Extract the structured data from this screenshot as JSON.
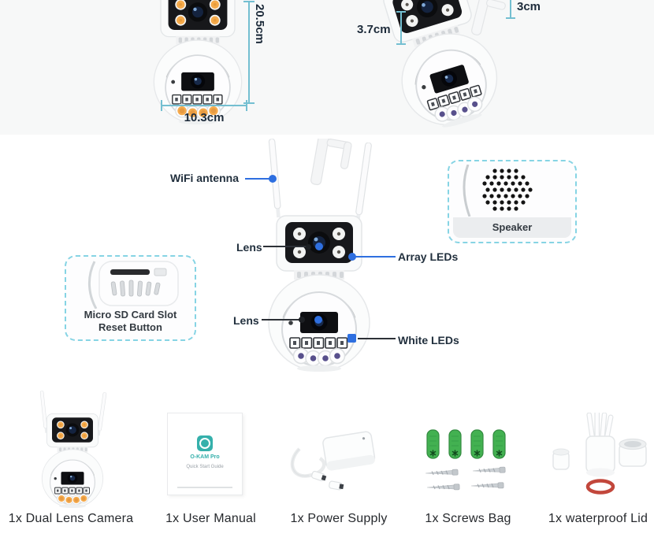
{
  "dimensions": {
    "front_height": "20.5cm",
    "front_width": "10.3cm",
    "side_depth": "3.7cm",
    "side_top": "3cm"
  },
  "features": {
    "wifi_antenna": "WiFi antenna",
    "lens_top": "Lens",
    "array_leds": "Array LEDs",
    "lens_bottom": "Lens",
    "white_leds": "White LEDs",
    "speaker": "Speaker",
    "sd_slot_line1": "Micro SD Card Slot",
    "sd_slot_line2": "Reset Button"
  },
  "manual": {
    "brand": "O-KAM Pro",
    "subtitle": "Quick Start Guide"
  },
  "package": {
    "items": [
      {
        "label": "1x Dual Lens Camera"
      },
      {
        "label": "1x User Manual"
      },
      {
        "label": "1x Power Supply"
      },
      {
        "label": "1x Screws Bag"
      },
      {
        "label": "1x waterproof Lid"
      }
    ]
  },
  "colors": {
    "measure_line": "#74bfd1",
    "leader_blue": "#2e6fe0",
    "callout_border": "#86d4e4",
    "label_text": "#22303e",
    "package_text": "#26292d",
    "manual_teal": "#35b0ab",
    "anchor_green": "#43b151",
    "oring_red": "#c2473c"
  }
}
